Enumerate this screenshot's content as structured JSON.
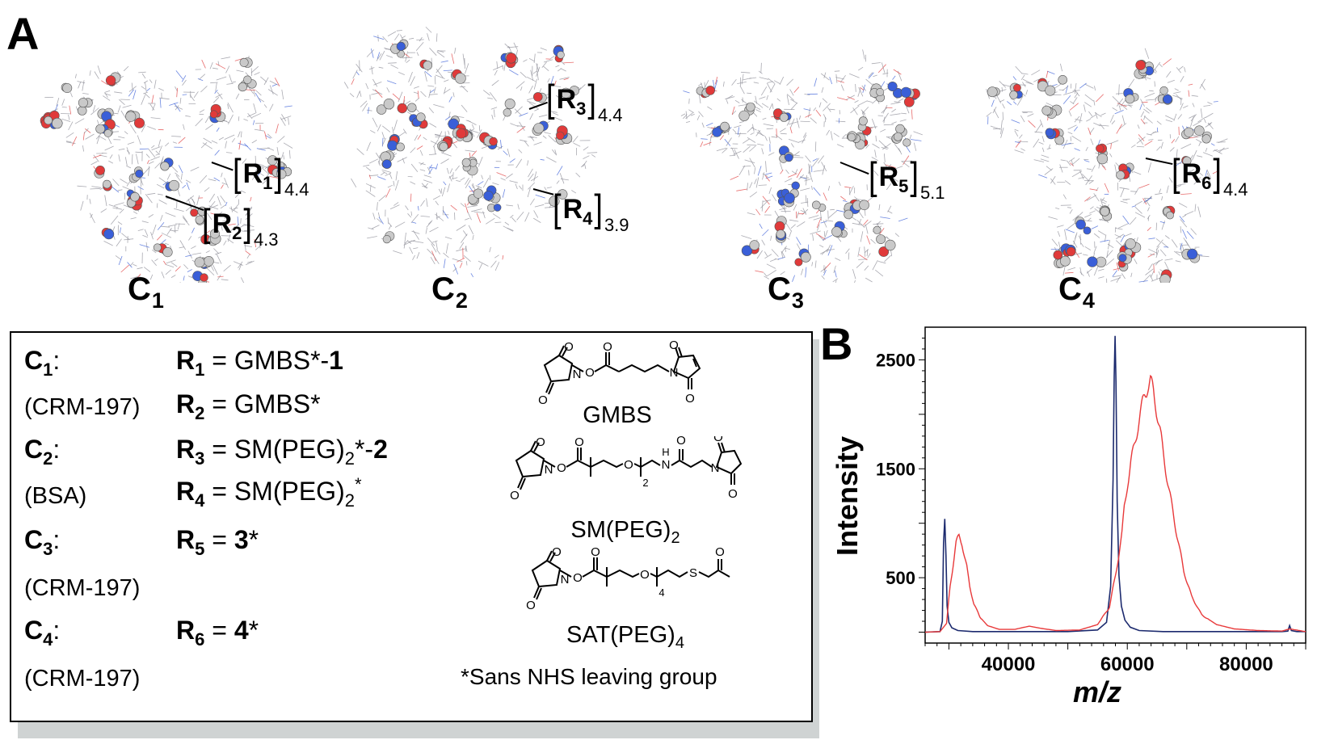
{
  "panel_a": {
    "letter": "A",
    "conjugates": [
      {
        "name": "C",
        "sub": "1",
        "groups": [
          {
            "r": "R",
            "sub": "1",
            "loading": "4.4"
          },
          {
            "r": "R",
            "sub": "2",
            "loading": "4.3"
          }
        ]
      },
      {
        "name": "C",
        "sub": "2",
        "groups": [
          {
            "r": "R",
            "sub": "3",
            "loading": "4.4"
          },
          {
            "r": "R",
            "sub": "4",
            "loading": "3.9"
          }
        ]
      },
      {
        "name": "C",
        "sub": "3",
        "groups": [
          {
            "r": "R",
            "sub": "5",
            "loading": "5.1"
          }
        ]
      },
      {
        "name": "C",
        "sub": "4",
        "groups": [
          {
            "r": "R",
            "sub": "6",
            "loading": "4.4"
          }
        ]
      }
    ],
    "atom_colors": {
      "carbon": "#c9c9c9",
      "oxygen": "#e03a3a",
      "nitrogen": "#3a5fd8",
      "stick": "#8e8e98"
    }
  },
  "table": {
    "rows": [
      {
        "c": "C",
        "c_sub": "1",
        "colon": ":",
        "protein": "(CRM-197)",
        "lines": [
          {
            "r": "R",
            "r_sub": "1",
            "eq": " = GMBS*-",
            "bold_tail": "1"
          },
          {
            "r": "R",
            "r_sub": "2",
            "eq": " = GMBS*",
            "bold_tail": ""
          }
        ]
      },
      {
        "c": "C",
        "c_sub": "2",
        "colon": ":",
        "protein": "(BSA)",
        "lines": [
          {
            "r": "R",
            "r_sub": "3",
            "eq": " = SM(PEG)",
            "peg_sub": "2",
            "eq2": "*-",
            "bold_tail": "2"
          },
          {
            "r": "R",
            "r_sub": "4",
            "eq": " = SM(PEG)",
            "peg_sub": "2",
            "eq2": "*",
            "bold_tail": ""
          }
        ]
      },
      {
        "c": "C",
        "c_sub": "3",
        "colon": ":",
        "protein": "(CRM-197)",
        "lines": [
          {
            "r": "R",
            "r_sub": "5",
            "eq": " = ",
            "bold_tail": "3",
            "tail": "*"
          }
        ]
      },
      {
        "c": "C",
        "c_sub": "4",
        "colon": ":",
        "protein": "(CRM-197)",
        "lines": [
          {
            "r": "R",
            "r_sub": "6",
            "eq": " = ",
            "bold_tail": "4",
            "tail": "*"
          }
        ]
      }
    ],
    "linkers": [
      {
        "name": "GMBS",
        "sub": ""
      },
      {
        "name": "SM(PEG)",
        "sub": "2"
      },
      {
        "name": "SAT(PEG)",
        "sub": "4"
      }
    ],
    "peg_repeat_2": "2",
    "peg_repeat_4": "4",
    "atoms": {
      "o": "O",
      "n": "N",
      "s": "S",
      "h": "H"
    },
    "footnote": "*Sans NHS leaving group"
  },
  "panel_b": {
    "letter": "B",
    "chart_data": {
      "type": "line",
      "xlabel": "m/z",
      "ylabel": "Intensity",
      "xlim": [
        26000,
        90000
      ],
      "ylim": [
        -100,
        2800
      ],
      "xticks": [
        40000,
        60000,
        80000
      ],
      "yticks": [
        500,
        1500,
        2500
      ],
      "grid": false,
      "series": [
        {
          "color": "#1c2a6e",
          "x": [
            26000,
            28500,
            28900,
            29100,
            29300,
            29500,
            29700,
            30000,
            30500,
            31500,
            34000,
            40000,
            50000,
            55000,
            56500,
            57200,
            57600,
            57800,
            57950,
            58100,
            58300,
            58600,
            59000,
            59600,
            60500,
            62000,
            66000,
            75000,
            86000,
            87000,
            87300,
            87600,
            88500,
            90000
          ],
          "y": [
            0,
            5,
            100,
            820,
            1040,
            700,
            240,
            90,
            40,
            15,
            5,
            5,
            5,
            20,
            90,
            420,
            1400,
            2350,
            2720,
            2300,
            1200,
            520,
            240,
            110,
            45,
            15,
            5,
            5,
            5,
            10,
            60,
            15,
            5,
            5
          ]
        },
        {
          "color": "#e8393a",
          "x": [
            26000,
            28500,
            29600,
            30200,
            30700,
            31200,
            31700,
            32200,
            32600,
            33000,
            33500,
            34200,
            35200,
            36500,
            38500,
            41000,
            43500,
            45500,
            48000,
            52000,
            55000,
            57000,
            58000,
            58600,
            59100,
            59500,
            60000,
            60600,
            61200,
            61800,
            62400,
            62900,
            63400,
            63900,
            64400,
            64900,
            65500,
            66100,
            66800,
            67600,
            68500,
            69500,
            70800,
            72500,
            75000,
            78000,
            82000,
            86000,
            87300,
            90000
          ],
          "y": [
            0,
            5,
            80,
            420,
            620,
            820,
            880,
            820,
            700,
            600,
            420,
            260,
            140,
            60,
            25,
            25,
            55,
            35,
            15,
            20,
            70,
            230,
            520,
            720,
            900,
            1150,
            1350,
            1550,
            1720,
            1900,
            2050,
            2180,
            2260,
            2300,
            2200,
            2050,
            1850,
            1620,
            1380,
            1120,
            850,
            560,
            330,
            160,
            70,
            30,
            15,
            10,
            30,
            5
          ]
        }
      ]
    }
  }
}
